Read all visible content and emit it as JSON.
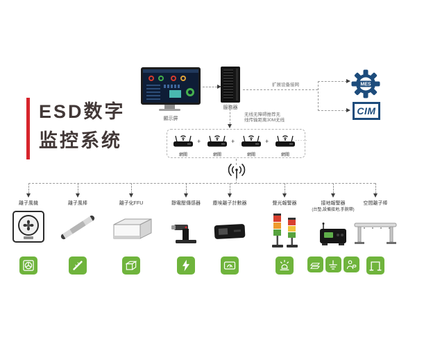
{
  "title": {
    "line1": "ESD数字",
    "line2": "监控系统"
  },
  "colors": {
    "accent_red": "#d7242c",
    "icon_green": "#6fb43c",
    "logo_navy": "#1d4c7c"
  },
  "top_flow": {
    "monitor_label": "顯示屏",
    "server_label": "服務器",
    "expand_note": "扩展设备接网",
    "wireless_note_line1": "无线无障碍推荐无",
    "wireless_note_line2": "线传输距离30M无线",
    "mes_label": "MES",
    "cim_label": "CIM"
  },
  "gateway_box": {
    "gateway_label": "網關",
    "plus": "+",
    "ellipsis": "·······"
  },
  "devices": [
    {
      "name": "離子風機",
      "icon": "fan-icon"
    },
    {
      "name": "離子風棒",
      "icon": "ion-bar-icon"
    },
    {
      "name": "離子化FFU",
      "icon": "ffu-icon"
    },
    {
      "name": "靜電壓傳感器",
      "icon": "lightning-icon"
    },
    {
      "name": "塵埃離子計數器",
      "icon": "counter-icon"
    },
    {
      "name": "聲光報警器",
      "icon": "alarm-icon"
    },
    {
      "name": "接地報警器",
      "sub": "(台墊,設備接地,手腕帶)",
      "icons": [
        "mat-icon",
        "ground-icon",
        "wristband-icon"
      ]
    },
    {
      "name": "空間離子棒",
      "icon": "gantry-icon"
    }
  ]
}
